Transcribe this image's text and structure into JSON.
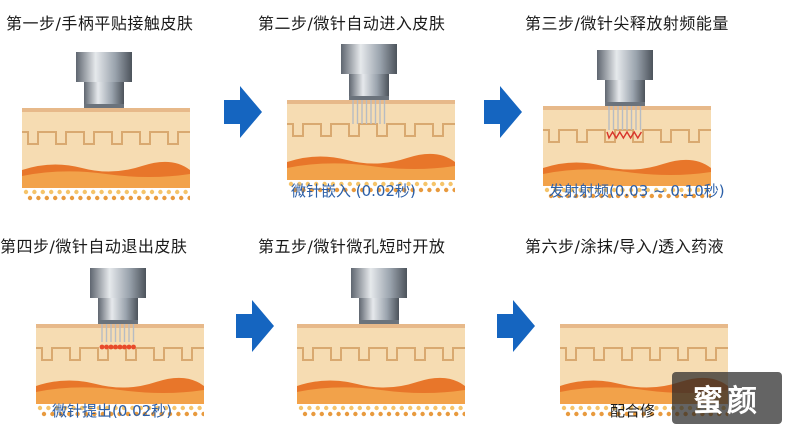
{
  "steps": [
    {
      "title": "第一步/手柄平贴接触皮肤",
      "caption": ""
    },
    {
      "title": "第二步/微针自动进入皮肤",
      "caption": "微针嵌入 (0.02秒)"
    },
    {
      "title": "第三步/微针尖释放射频能量",
      "caption": "发射射频(0.03 ~ 0.10秒)"
    },
    {
      "title": "第四步/微针自动退出皮肤",
      "caption": "微针提出(0.02秒)"
    },
    {
      "title": "第五步/微针微孔短时开放",
      "caption": ""
    },
    {
      "title": "第六步/涂抹/导入/透入药液",
      "caption": "配合修"
    }
  ],
  "watermark": "蜜颜",
  "colors": {
    "arrow": "#1565c0",
    "caption": "#2b5fa8",
    "skin": "#f4d5a6",
    "fat": "#e8762a",
    "probe": "#9aa3ad"
  }
}
